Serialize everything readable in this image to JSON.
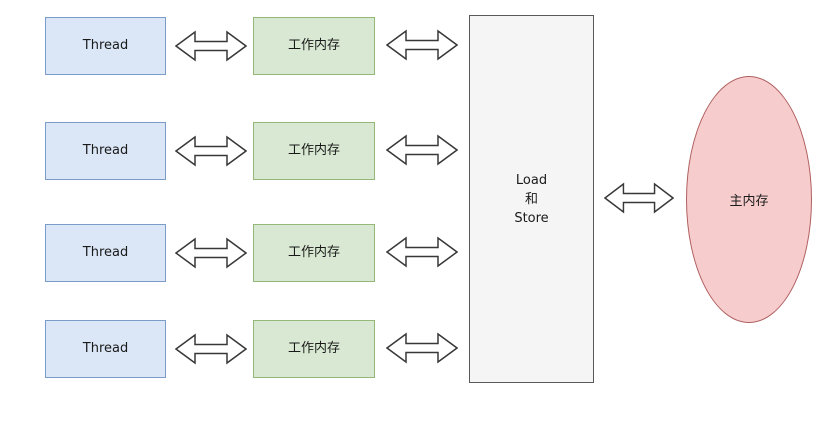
{
  "diagram": {
    "title_hint": "Java memory model: threads, working memory, load/store, main memory",
    "rows": [
      {
        "thread_label": "Thread",
        "working_memory_label": "工作内存"
      },
      {
        "thread_label": "Thread",
        "working_memory_label": "工作内存"
      },
      {
        "thread_label": "Thread",
        "working_memory_label": "工作内存"
      },
      {
        "thread_label": "Thread",
        "working_memory_label": "工作内存"
      }
    ],
    "load_store_label": "Load\n和\nStore",
    "main_memory_label": "主内存"
  },
  "colors": {
    "thread_fill": "#dbe7f7",
    "thread_border": "#7b9bc8",
    "wm_fill": "#d8e8d2",
    "wm_border": "#94b877",
    "ls_fill": "#f5f5f5",
    "ls_border": "#595959",
    "mm_fill": "#f6cccd",
    "mm_border": "#b06060",
    "arrow_fill": "#ffffff",
    "arrow_stroke": "#383838",
    "text_color": "#1a1a1a"
  }
}
